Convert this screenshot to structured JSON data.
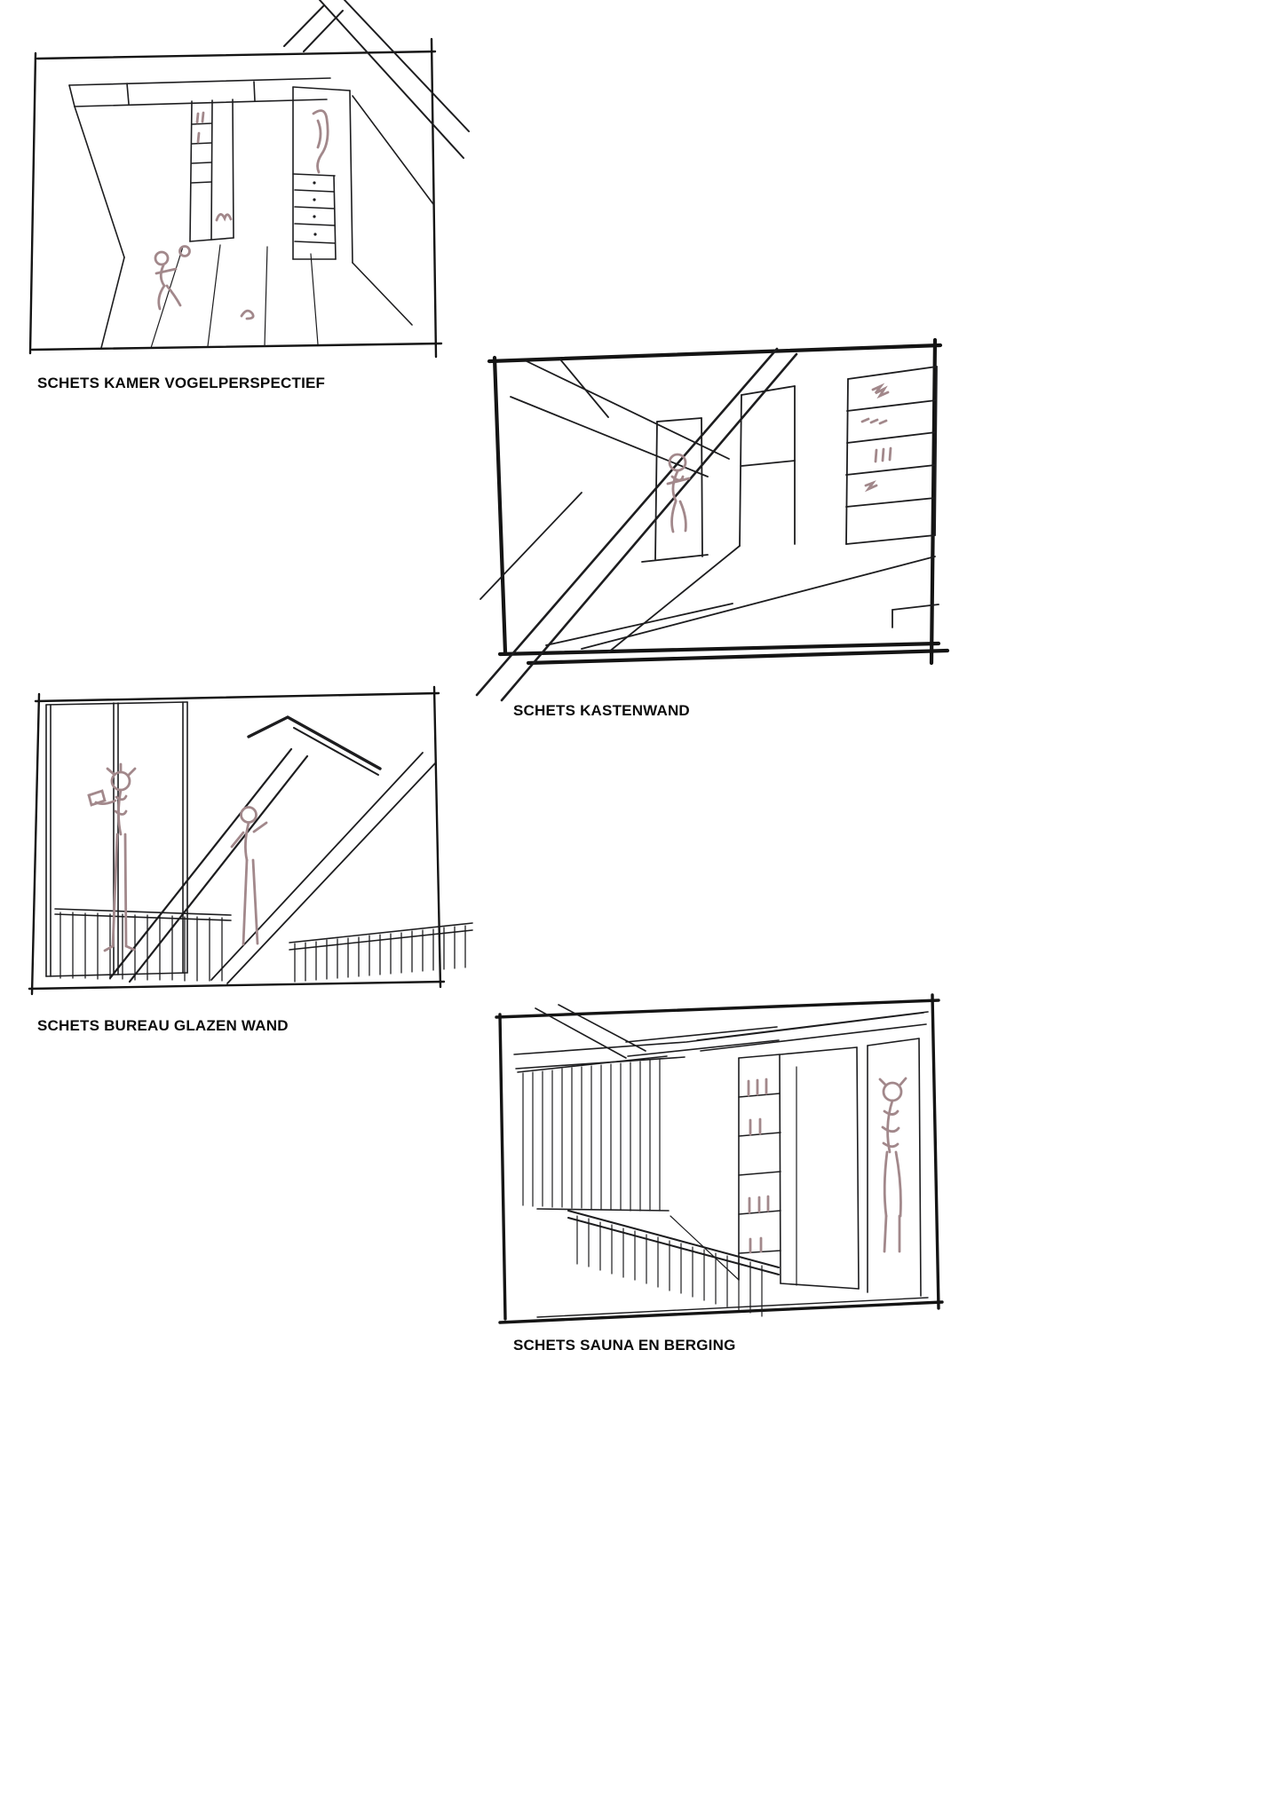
{
  "page": {
    "background": "#ffffff"
  },
  "colors": {
    "ink": "#1d1d1f",
    "frame": "#141414",
    "figure_accent": "#a2888b",
    "page_bg": "#ffffff"
  },
  "sketches": [
    {
      "id": "kamer-vogelperspectief",
      "label": "SCHETS KAMER VOGELPERSPECTIEF"
    },
    {
      "id": "kastenwand",
      "label": "SCHETS KASTENWAND"
    },
    {
      "id": "bureau-glazen-wand",
      "label": "SCHETS BUREAU GLAZEN WAND"
    },
    {
      "id": "sauna-en-berging",
      "label": "SCHETS SAUNA EN BERGING"
    }
  ]
}
